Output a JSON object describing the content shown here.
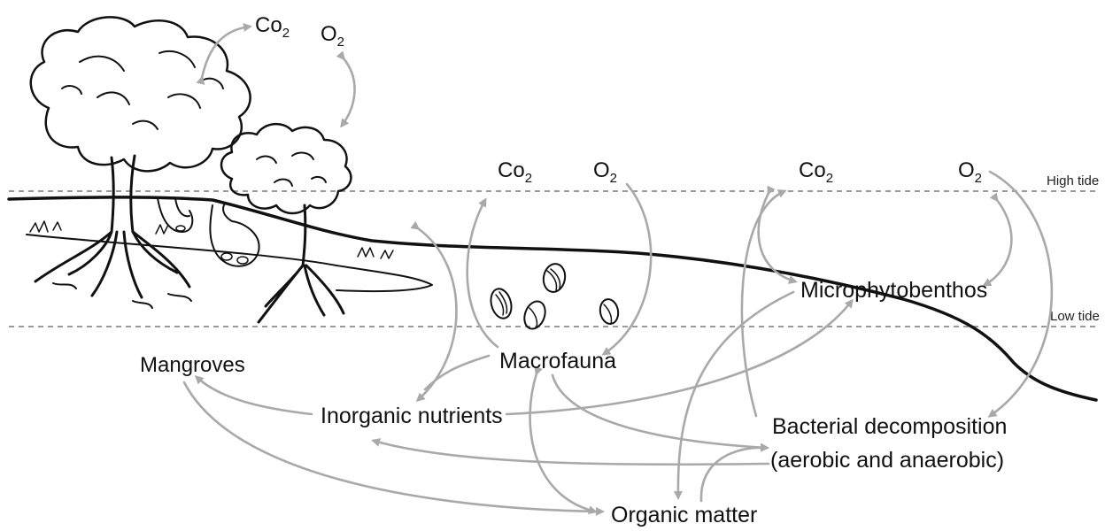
{
  "tide_lines": {
    "high": "High tide",
    "low": "Low tide"
  },
  "gases": {
    "co2_main": "Co",
    "o2_main": "O",
    "co2_mid": "Co",
    "o2_mid": "O",
    "co2_right": "Co",
    "o2_right": "O",
    "subscript": "2"
  },
  "nodes": {
    "mangroves": "Mangroves",
    "macrofauna": "Macrofauna",
    "microphytobenthos": "Microphytobenthos",
    "inorganic_nutrients": "Inorganic nutrients",
    "bacterial_decomposition_line1": "Bacterial decomposition",
    "bacterial_decomposition_line2": "(aerobic and anaerobic)",
    "organic_matter": "Organic matter"
  },
  "colors": {
    "arrow": "#a9a9a9",
    "ink": "#111111",
    "tide_line": "#9a9a9a"
  }
}
